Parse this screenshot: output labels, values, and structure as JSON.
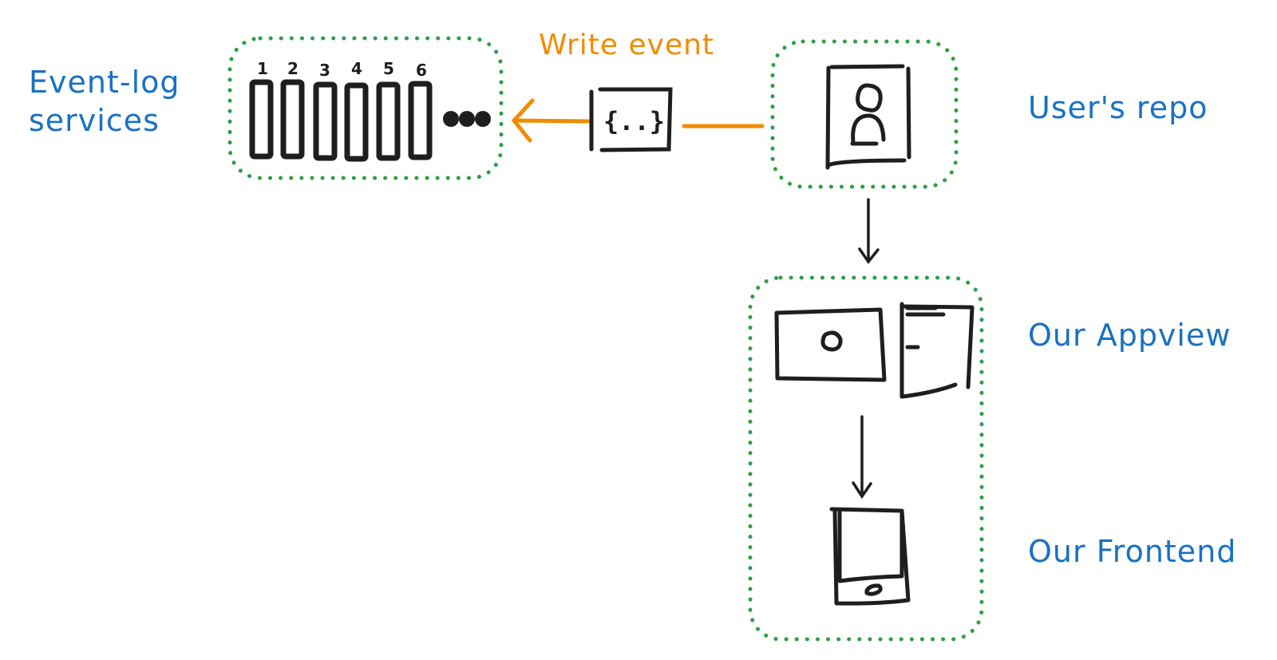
{
  "diagram": {
    "colors": {
      "label": "#1971c2",
      "write_event": "#f08c00",
      "container_border": "#2f9e44",
      "stroke": "#1e1e1e"
    },
    "labels": {
      "event_log": "Event-log\nservices",
      "write_event": "Write event",
      "users_repo": "User's repo",
      "our_appview": "Our Appview",
      "our_frontend": "Our Frontend"
    },
    "event_log": {
      "slots": [
        "1",
        "2",
        "3",
        "4",
        "5",
        "6"
      ],
      "more": "more-dots"
    },
    "event_payload": "{..}",
    "nodes": [
      {
        "id": "event-log-services",
        "icon": "log-slots-icon"
      },
      {
        "id": "event-payload",
        "icon": "json-braces-icon"
      },
      {
        "id": "users-repo",
        "icon": "user-profile-icon"
      },
      {
        "id": "our-appview",
        "icon": "appview-screens-icon"
      },
      {
        "id": "our-frontend",
        "icon": "mobile-phone-icon"
      }
    ],
    "edges": [
      {
        "from": "users-repo",
        "to": "event-log-services",
        "label": "Write event",
        "color": "orange"
      },
      {
        "from": "users-repo",
        "to": "our-appview",
        "color": "black"
      },
      {
        "from": "appview-screens",
        "to": "mobile-phone",
        "color": "black"
      }
    ]
  }
}
